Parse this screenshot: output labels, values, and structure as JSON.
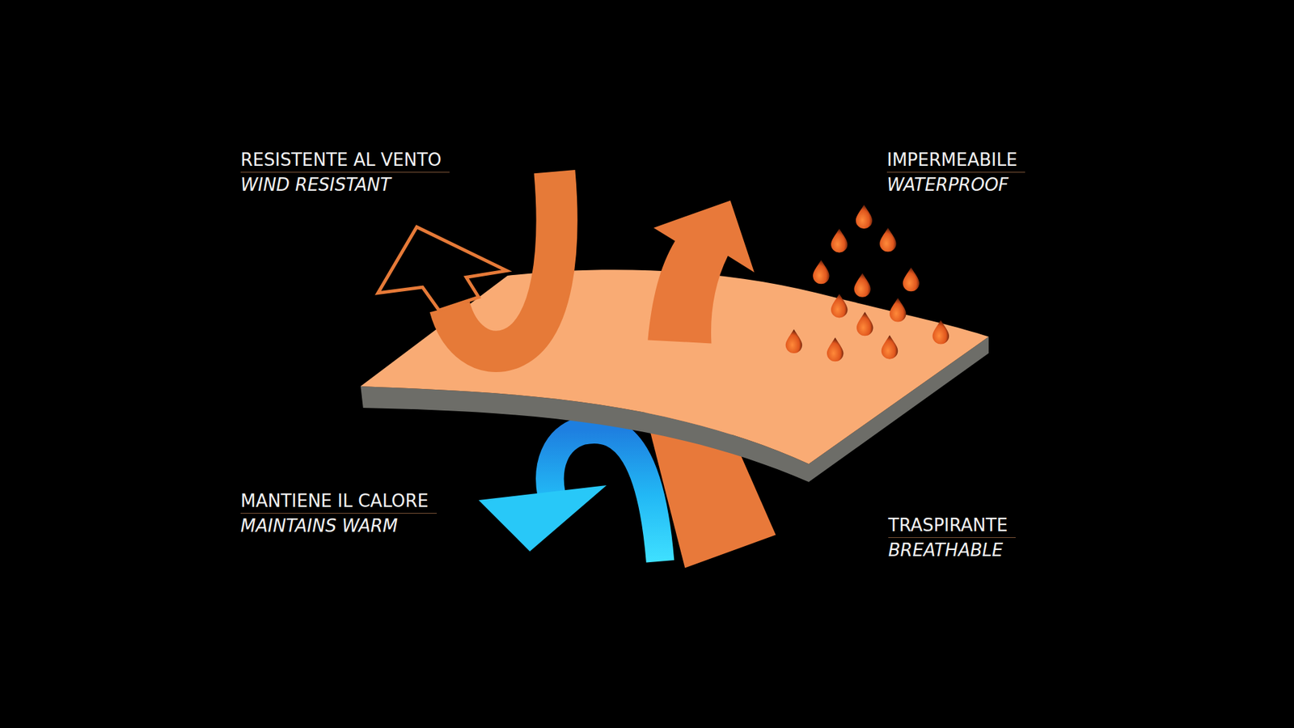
{
  "diagram": {
    "labels": [
      "RESISTENTE AL VENTO",
      "WIND RESISTANT",
      "IMPERMEABILE",
      "WATERPROOF",
      "MANTIENE IL CALORE",
      "MAINTAINS WARM",
      "TRASPIRANTE",
      "BREATHABLE"
    ]
  }
}
